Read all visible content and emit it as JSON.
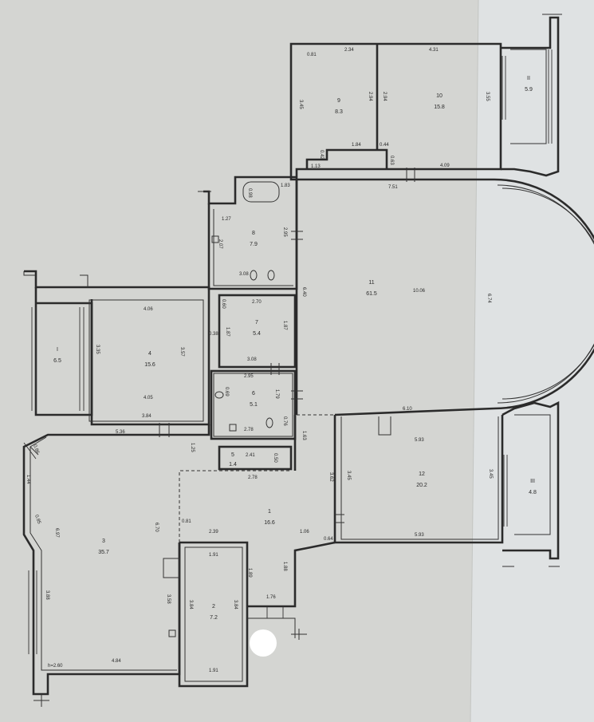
{
  "rooms": [
    {
      "number": "1",
      "area": "16.6"
    },
    {
      "number": "2",
      "area": "7.2"
    },
    {
      "number": "3",
      "area": "35.7"
    },
    {
      "number": "4",
      "area": "15.6"
    },
    {
      "number": "5",
      "area": "1.4"
    },
    {
      "number": "6",
      "area": "5.1"
    },
    {
      "number": "7",
      "area": "5.4"
    },
    {
      "number": "8",
      "area": "7.9"
    },
    {
      "number": "9",
      "area": "8.3"
    },
    {
      "number": "10",
      "area": "15.8"
    },
    {
      "number": "11",
      "area": "61.5"
    },
    {
      "number": "12",
      "area": "20.2"
    },
    {
      "number": "I",
      "area": "6.5"
    },
    {
      "number": "II",
      "area": "5.9"
    },
    {
      "number": "III",
      "area": "4.8"
    }
  ],
  "ceiling_height": "h=2.60",
  "dimensions": {
    "d_081": "0.81",
    "d_234": "2.34",
    "d_431": "4.31",
    "d_345a": "3.45",
    "d_294a": "2.94",
    "d_294b": "2.94",
    "d_355": "3.55",
    "d_042": "0.42",
    "d_184": "1.84",
    "d_044": "0.44",
    "d_113": "1.13",
    "d_063": "0.63",
    "d_409": "4.09",
    "d_751": "7.51",
    "d_098": "0.98",
    "d_183": "1.83",
    "d_127": "1.27",
    "d_207": "2.07",
    "d_295a": "2.95",
    "d_308a": "3.08",
    "d_640": "6.40",
    "d_1006": "10.06",
    "d_674": "6.74",
    "d_060": "0.60",
    "d_270": "2.70",
    "d_187a": "1.87",
    "d_187b": "1.87",
    "d_038": "0.38",
    "d_308b": "3.08",
    "d_406": "4.06",
    "d_335": "3.35",
    "d_357": "3.57",
    "d_405": "4.05",
    "d_384": "3.84",
    "d_295b": "2.95",
    "d_179": "1.79",
    "d_069": "0.69",
    "d_278": "2.78",
    "d_076": "0.76",
    "d_610": "6.10",
    "d_593a": "5.93",
    "d_345b": "3.45",
    "d_362": "3.62",
    "d_345c": "3.45",
    "d_593b": "5.93",
    "d_163": "1.63",
    "d_536": "5.36",
    "d_125": "1.25",
    "d_241": "2.41",
    "d_050": "0.50",
    "d_278b": "2.78",
    "d_086": "0.86",
    "d_144": "1.44",
    "d_085": "0.85",
    "d_697": "6.97",
    "d_670": "6.70",
    "d_081b": "0.81",
    "d_239": "2.39",
    "d_106": "1.06",
    "d_064": "0.64",
    "d_191a": "1.91",
    "d_189": "1.89",
    "d_188": "1.88",
    "d_176": "1.76",
    "d_388": "3.88",
    "d_358": "3.58",
    "d_384b": "3.84",
    "d_384c": "3.84",
    "d_484": "4.84",
    "d_191b": "1.91"
  },
  "colors": {
    "paper": "#d4d5d2",
    "ink": "#2b2b2b"
  }
}
